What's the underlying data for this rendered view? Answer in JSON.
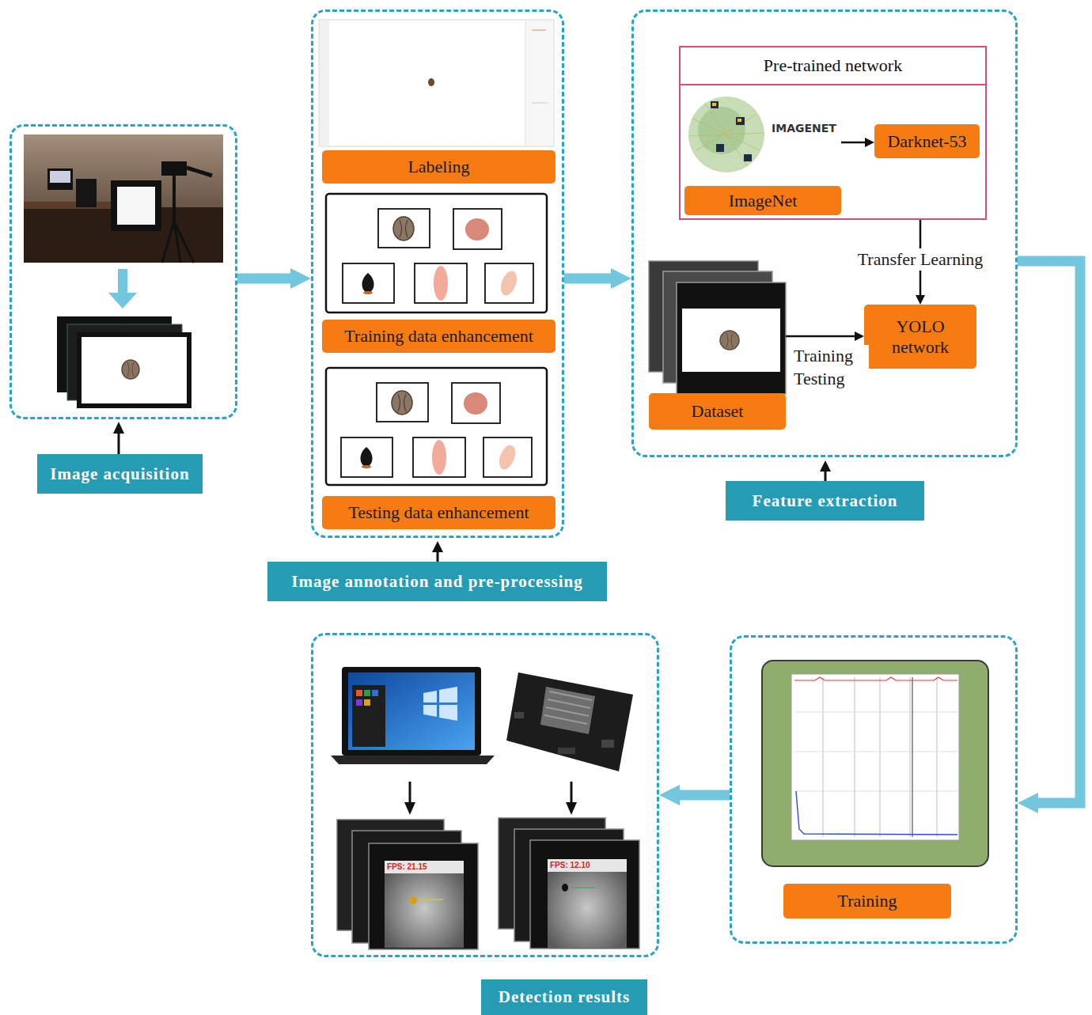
{
  "diagram": {
    "nodes": [
      {
        "text": [
          "Image acquisition"
        ]
      },
      {
        "text": [
          "Image annotation and pre-processing"
        ]
      },
      {
        "text": [
          "Labeling"
        ],
        "in": 1
      },
      {
        "text": [
          "Training data enhancement"
        ],
        "in": 1
      },
      {
        "text": [
          "Testing data enhancement"
        ],
        "in": 1
      },
      {
        "text": [
          "Feature extraction"
        ]
      },
      {
        "text": [
          "Pre-trained network"
        ],
        "in": 5
      },
      {
        "text": [
          "ImageNet"
        ],
        "in": 6
      },
      {
        "text": [
          "Darknet-53"
        ],
        "in": 6
      },
      {
        "text": [
          "Dataset"
        ],
        "in": 5
      },
      {
        "text": [
          "YOLO network"
        ],
        "in": 5
      },
      {
        "text": [
          "Training"
        ]
      },
      {
        "text": [
          "Detection results"
        ]
      }
    ],
    "edges": [
      {
        "from": 0,
        "to": 1,
        "arrow": "to"
      },
      {
        "from": 1,
        "to": 5,
        "arrow": "to"
      },
      {
        "from": 5,
        "to": 11,
        "arrow": "to"
      },
      {
        "from": 11,
        "to": 12,
        "arrow": "to"
      },
      {
        "from": 7,
        "to": 8,
        "arrow": "to"
      },
      {
        "from": 6,
        "to": 10,
        "label": "Transfer Learning",
        "arrow": "to"
      },
      {
        "from": 9,
        "to": 10,
        "label": "Training Testing",
        "arrow": "to"
      }
    ],
    "labels": [
      "IMAGENET",
      "FPS: 21.15",
      "FPS: 12.10"
    ]
  }
}
